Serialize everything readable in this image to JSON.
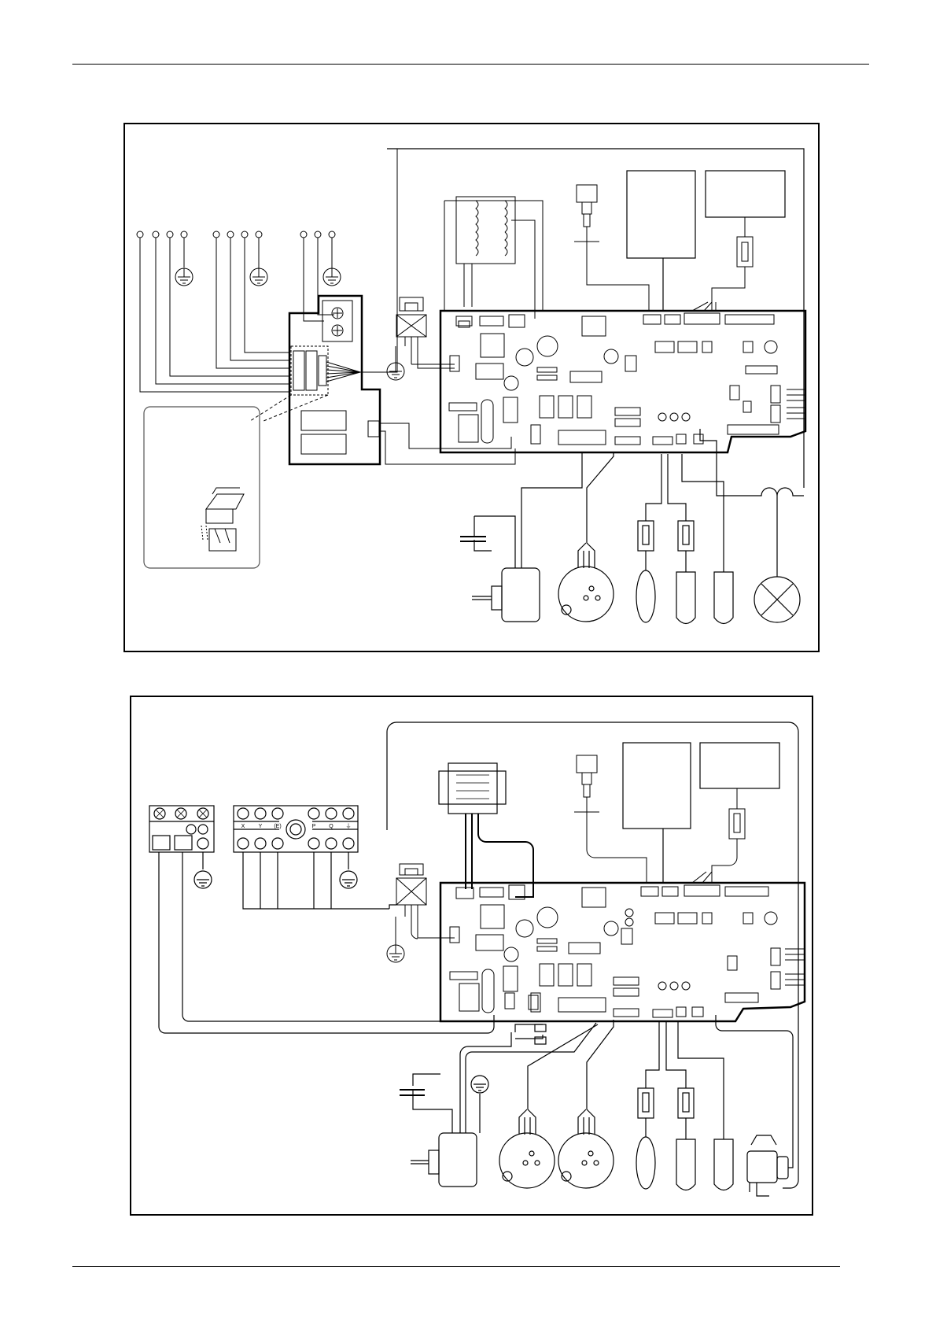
{
  "diagram_top": {
    "terminal_labels": []
  },
  "diagram_bottom": {
    "terminal_block_labels": [
      "X",
      "Y",
      "(E)",
      "P",
      "Q",
      "⏚"
    ]
  },
  "colors": {
    "line": "#000000",
    "background": "#ffffff",
    "callout_border": "#555555"
  },
  "icons": [
    "ground-icon",
    "fan-motor-icon",
    "stepper-motor-icon",
    "thermistor-icon",
    "transformer-icon",
    "float-switch-icon",
    "pump-icon",
    "lamp-icon",
    "capacitor-icon",
    "terminal-block-icon"
  ]
}
